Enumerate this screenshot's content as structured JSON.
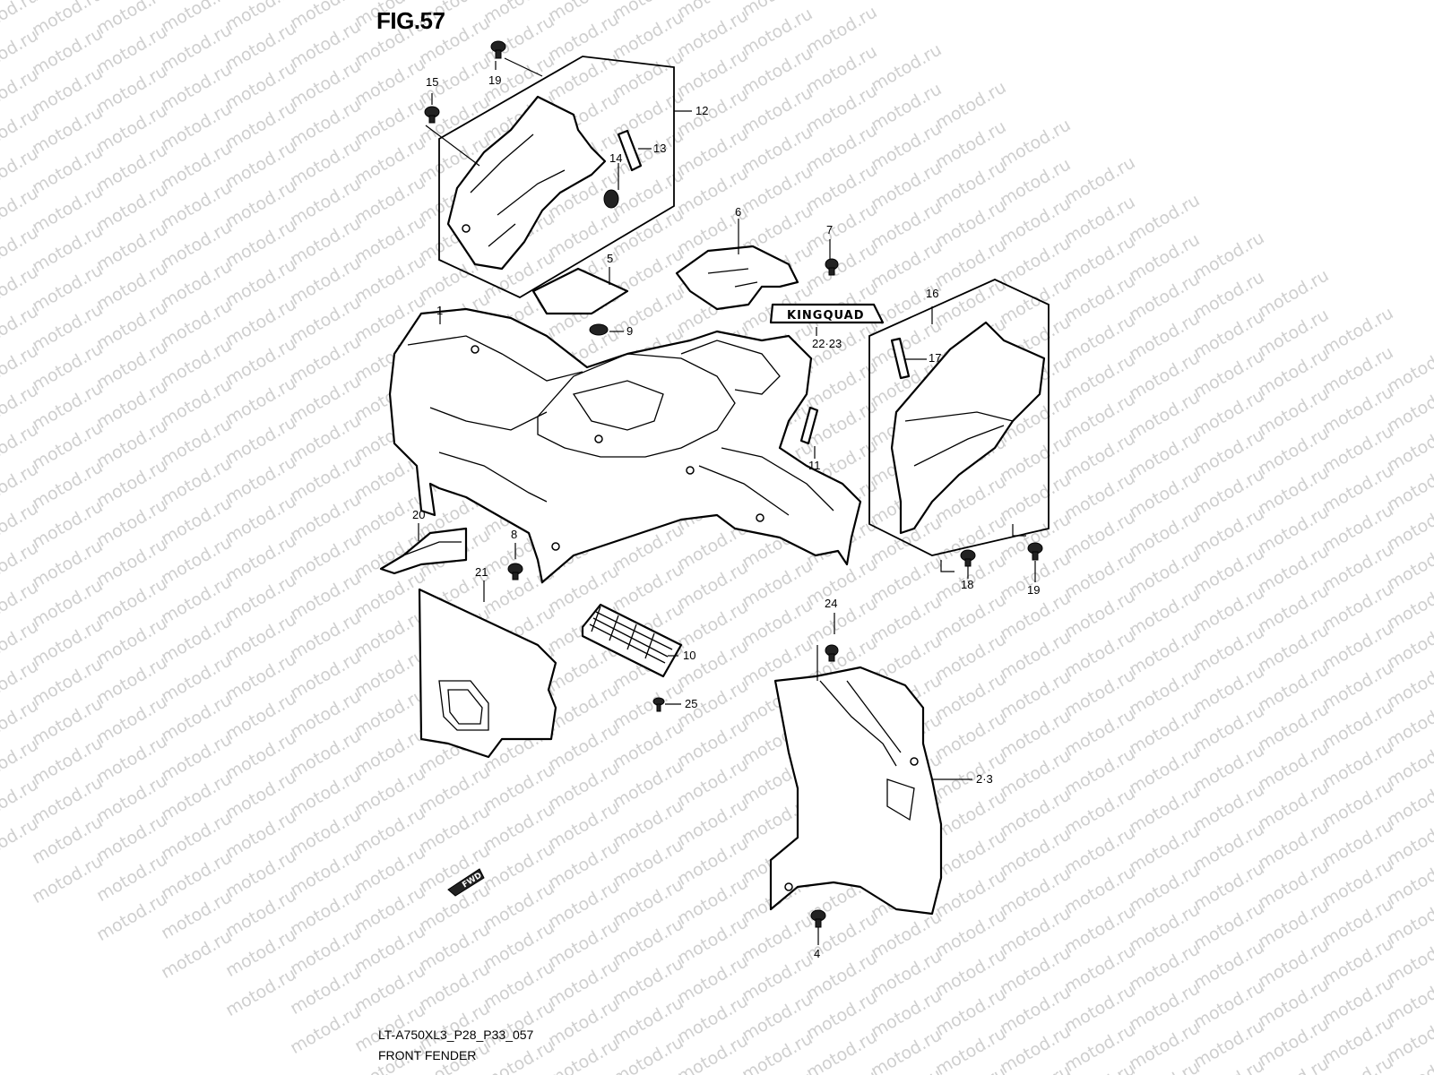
{
  "figure": {
    "title": "FIG.57",
    "model_code": "LT-A750XL3_P28_P33_057",
    "section_title": "FRONT FENDER"
  },
  "watermark_text": "motod.ru",
  "emblem_text": "KINGQUAD",
  "arrow_text": "FWD",
  "callouts": {
    "c1": "1",
    "c2_3": "2·3",
    "c4": "4",
    "c5": "5",
    "c6": "6",
    "c7": "7",
    "c8": "8",
    "c9": "9",
    "c10": "10",
    "c11": "11",
    "c12": "12",
    "c13": "13",
    "c14": "14",
    "c15": "15",
    "c16": "16",
    "c17": "17",
    "c18": "18",
    "c19a": "19",
    "c19b": "19",
    "c20": "20",
    "c21": "21",
    "c22_23": "22·23",
    "c24": "24",
    "c25": "25"
  },
  "colors": {
    "line": "#000000",
    "background": "#ffffff",
    "watermark": "#cfcfcf"
  }
}
